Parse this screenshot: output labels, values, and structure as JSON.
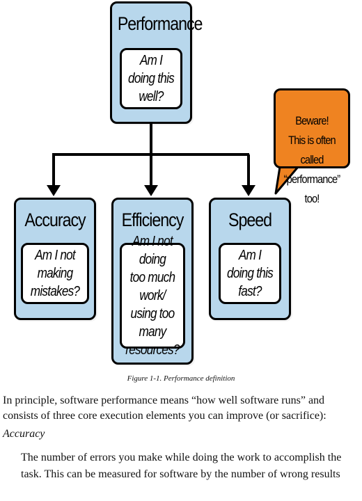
{
  "diagram": {
    "top": {
      "title": "Performance",
      "question": "Am I doing this\nwell?"
    },
    "children": [
      {
        "title": "Accuracy",
        "question": "Am I not making\nmistakes?"
      },
      {
        "title": "Efficiency",
        "question": "Am I not doing\ntoo much work/\nusing too many\nresources?"
      },
      {
        "title": "Speed",
        "question": "Am I doing this\nfast?"
      }
    ],
    "callout": "Beware!\nThis is often called\n“performance” too!",
    "colors": {
      "node_fill": "#b8d7ec",
      "callout_fill": "#ef8321",
      "stroke": "#000000"
    }
  },
  "caption": "Figure 1-1. Performance definition",
  "body": {
    "intro": "In principle, software performance means “how well software runs” and consists of three core execution elements you can improve (or sacrifice):",
    "term": "Accuracy",
    "definition": "The number of errors you make while doing the work to accomplish the task. This can be measured for software by the number of wrong results"
  }
}
